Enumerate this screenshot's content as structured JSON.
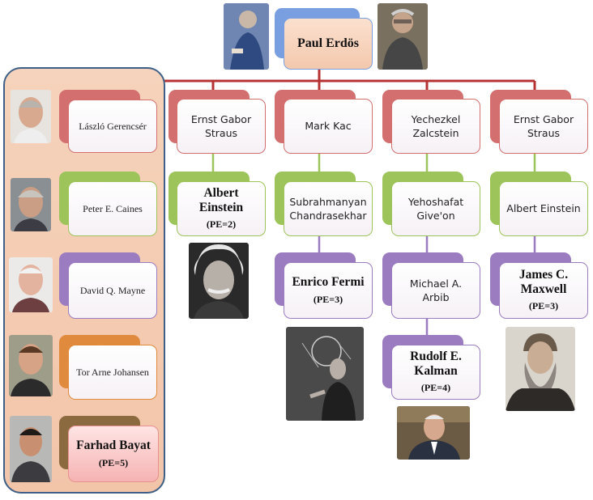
{
  "root": {
    "name": "Paul Erdös"
  },
  "left_chain": [
    {
      "name": "László Gerencsér"
    },
    {
      "name": "Peter E. Caines"
    },
    {
      "name": "David Q. Mayne"
    },
    {
      "name": "Tor Arne Johansen"
    },
    {
      "name": "Farhad Bayat",
      "pe": "(PE=5)"
    }
  ],
  "columns": [
    {
      "items": [
        {
          "name": "Ernst Gabor Straus"
        },
        {
          "name": "Albert Einstein",
          "pe": "(PE=2)"
        }
      ]
    },
    {
      "items": [
        {
          "name": "Mark Kac"
        },
        {
          "name": "Subrahmanyan Chandrasekhar"
        },
        {
          "name": "Enrico Fermi",
          "pe": "(PE=3)"
        }
      ]
    },
    {
      "items": [
        {
          "name": "Yechezkel Zalcstein"
        },
        {
          "name": "Yehoshafat Give'on"
        },
        {
          "name": "Michael A. Arbib"
        },
        {
          "name": "Rudolf E. Kalman",
          "pe": "(PE=4)"
        }
      ]
    },
    {
      "items": [
        {
          "name": "Ernst Gabor Straus"
        },
        {
          "name": "Albert Einstein"
        },
        {
          "name": "James C. Maxwell",
          "pe": "(PE=3)"
        }
      ]
    }
  ],
  "colors": {
    "red": "#d36f6f",
    "green": "#9dc45a",
    "purple": "#9b7cc0",
    "orange": "#e08a3d",
    "blue": "#7a9fe0",
    "panel_border": "#3e5f88",
    "connector": "#b63232",
    "root_fill": "#f8d6c1"
  }
}
